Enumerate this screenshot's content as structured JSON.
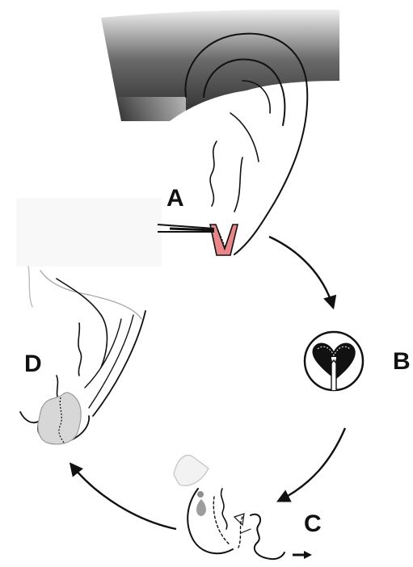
{
  "diagram": {
    "steps": [
      {
        "id": "A",
        "label": "A"
      },
      {
        "id": "B",
        "label": "B"
      },
      {
        "id": "C",
        "label": "C"
      },
      {
        "id": "D",
        "label": "D"
      }
    ],
    "colors": {
      "line": "#111111",
      "incision_fill": "#e8868a",
      "shadow_dark": "#2a2a2a",
      "shadow_light": "#e6e6e6",
      "healed_tissue": "#d7d7d7",
      "inner_tract": "#000000"
    },
    "icons": [
      "ear-icon",
      "forceps-icon",
      "magnified-view-icon",
      "spray-bottle-icon",
      "cycle-arrow-icon"
    ]
  }
}
